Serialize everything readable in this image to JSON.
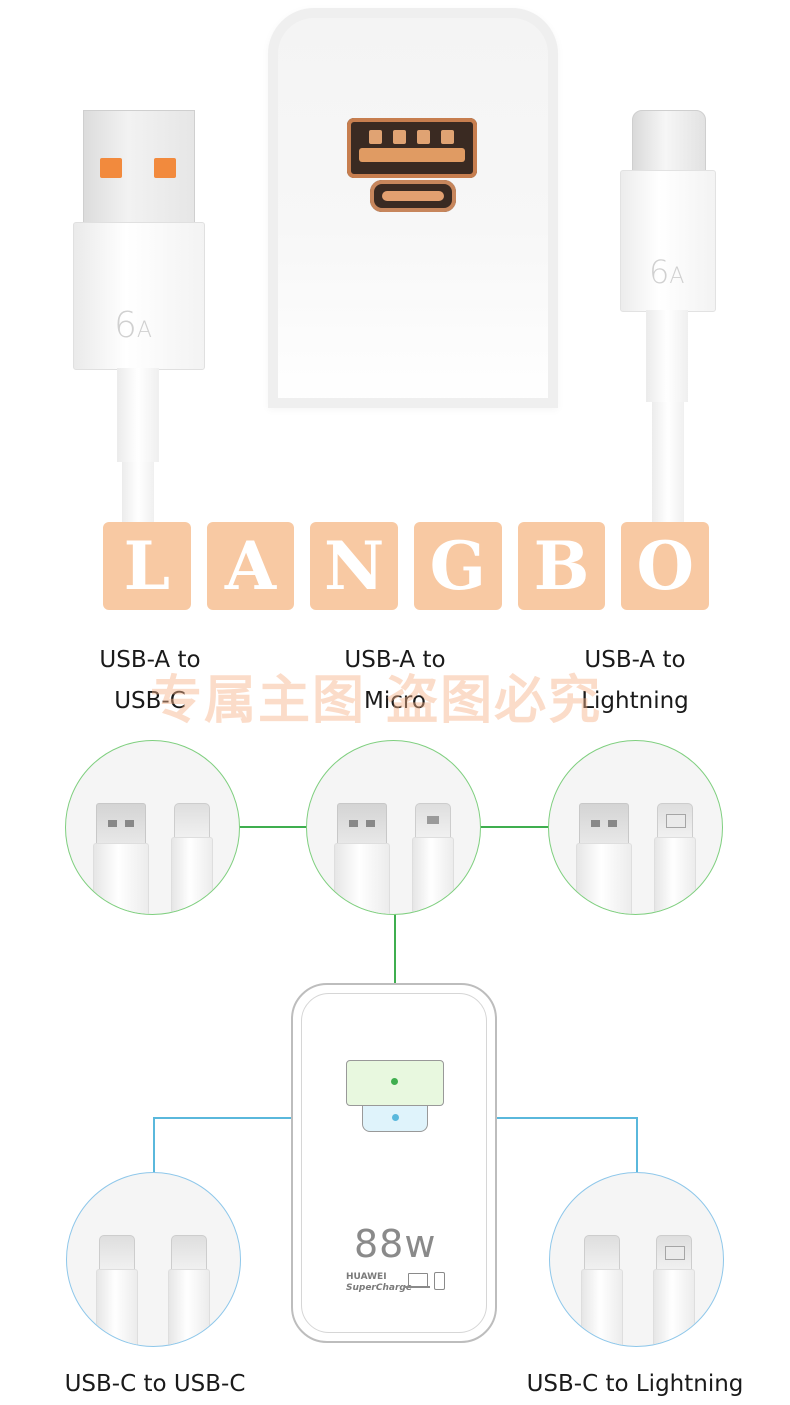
{
  "hero": {
    "cable_left_rating": "6",
    "cable_left_rating_unit": "A",
    "cable_right_rating": "6",
    "cable_right_rating_unit": "A"
  },
  "watermark": {
    "letters": [
      "L",
      "A",
      "N",
      "G",
      "B",
      "O"
    ],
    "chinese_text": "专属主图  盗图必究",
    "color": "#f8c9a3"
  },
  "cables_top": [
    {
      "line1": "USB-A to",
      "line2": "USB-C"
    },
    {
      "line1": "USB-A to",
      "line2": "Micro"
    },
    {
      "line1": "USB-A to",
      "line2": "Lightning"
    }
  ],
  "cables_bottom": [
    {
      "label": "USB-C to USB-C"
    },
    {
      "label": "USB-C to Lightning"
    }
  ],
  "charger": {
    "wattage": "88w",
    "brand": "HUAWEI",
    "sub_brand": "SuperCharge",
    "usb_a_color": "#3fae4f",
    "usb_c_color": "#5ab8dc"
  }
}
